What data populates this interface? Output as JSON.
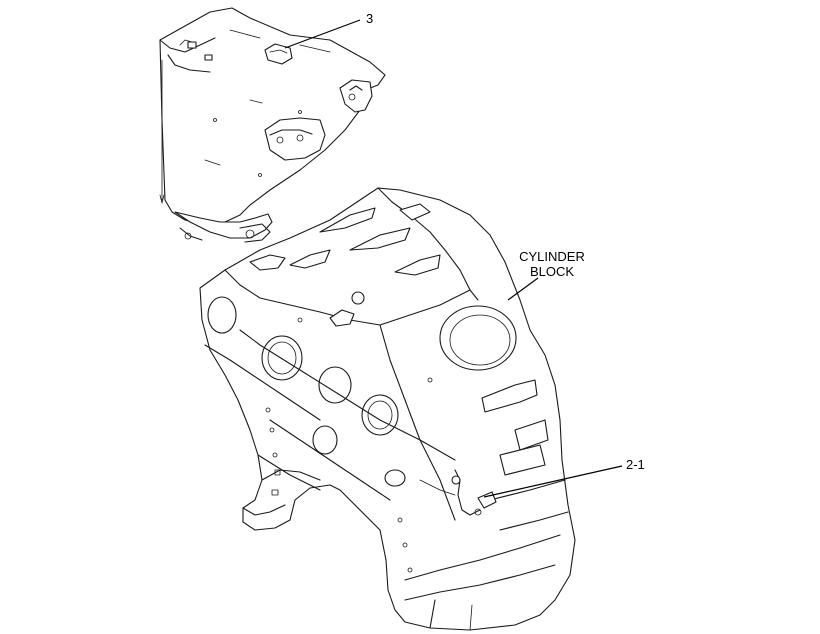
{
  "callouts": {
    "item_3": "3",
    "item_2_1": "2-1",
    "cylinder_block_line1": "CYLINDER",
    "cylinder_block_line2": "BLOCK"
  }
}
